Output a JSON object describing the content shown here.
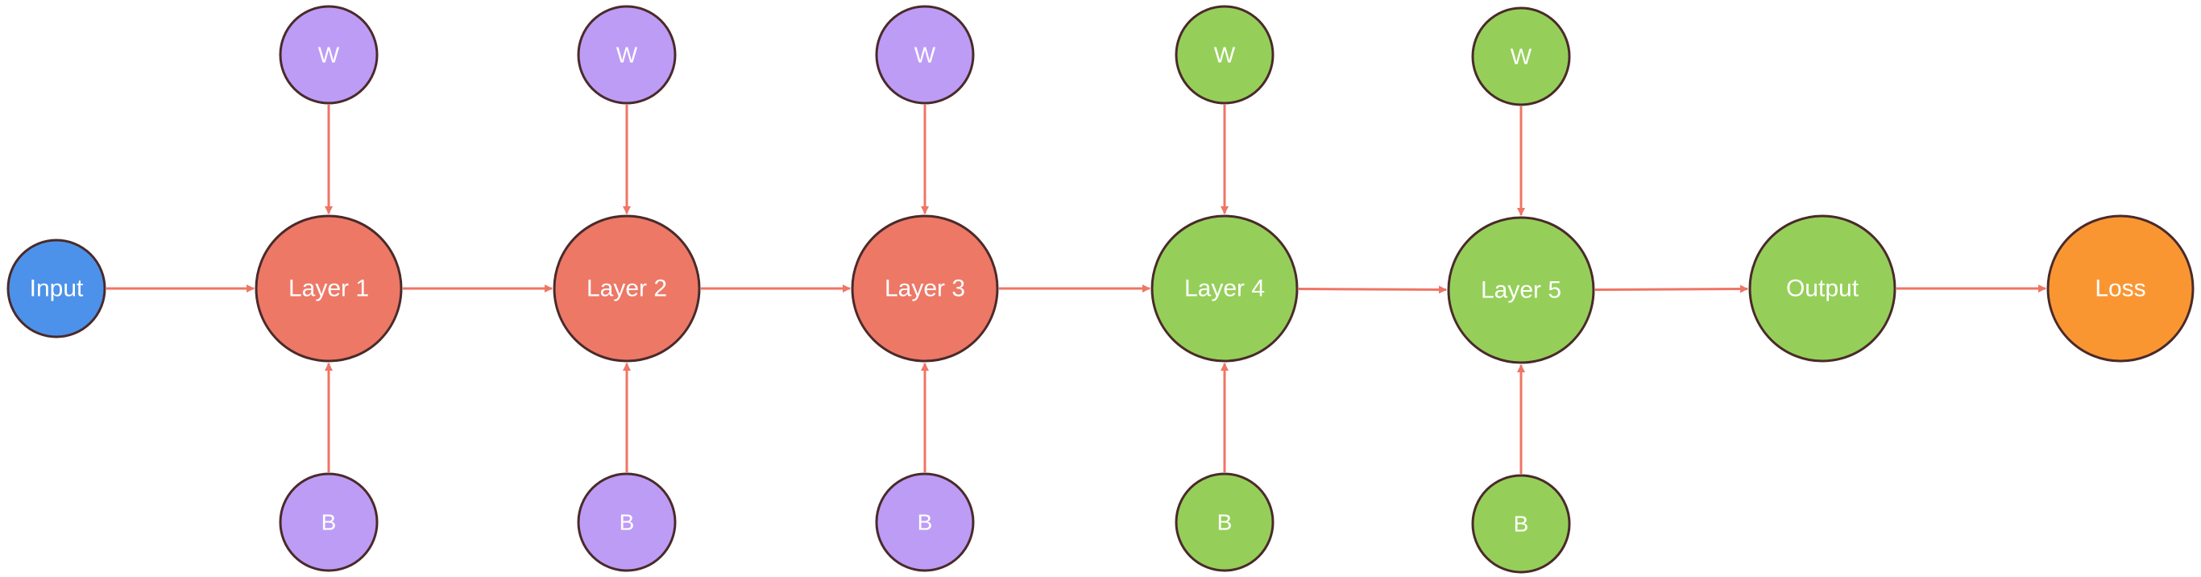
{
  "colors": {
    "input": "#4c92ea",
    "layer_red": "#ed7866",
    "layer_green": "#95cf59",
    "param_purple": "#bd9cf6",
    "loss": "#fa9632",
    "edge": "#ef7565"
  },
  "nodes": {
    "input": {
      "label": "Input",
      "color": "input"
    },
    "layer1": {
      "label": "Layer 1",
      "color": "layer_red"
    },
    "layer2": {
      "label": "Layer 2",
      "color": "layer_red"
    },
    "layer3": {
      "label": "Layer 3",
      "color": "layer_red"
    },
    "layer4": {
      "label": "Layer 4",
      "color": "layer_green"
    },
    "layer5": {
      "label": "Layer 5",
      "color": "layer_green"
    },
    "output": {
      "label": "Output",
      "color": "layer_green"
    },
    "loss": {
      "label": "Loss",
      "color": "loss"
    },
    "w1": {
      "label": "W",
      "color": "param_purple"
    },
    "w2": {
      "label": "W",
      "color": "param_purple"
    },
    "w3": {
      "label": "W",
      "color": "param_purple"
    },
    "w4": {
      "label": "W",
      "color": "layer_green"
    },
    "w5": {
      "label": "W",
      "color": "layer_green"
    },
    "b1": {
      "label": "B",
      "color": "param_purple"
    },
    "b2": {
      "label": "B",
      "color": "param_purple"
    },
    "b3": {
      "label": "B",
      "color": "param_purple"
    },
    "b4": {
      "label": "B",
      "color": "layer_green"
    },
    "b5": {
      "label": "B",
      "color": "layer_green"
    }
  },
  "edges": [
    [
      "input",
      "layer1"
    ],
    [
      "layer1",
      "layer2"
    ],
    [
      "layer2",
      "layer3"
    ],
    [
      "layer3",
      "layer4"
    ],
    [
      "layer4",
      "layer5"
    ],
    [
      "layer5",
      "output"
    ],
    [
      "output",
      "loss"
    ],
    [
      "w1",
      "layer1"
    ],
    [
      "w2",
      "layer2"
    ],
    [
      "w3",
      "layer3"
    ],
    [
      "w4",
      "layer4"
    ],
    [
      "w5",
      "layer5"
    ],
    [
      "b1",
      "layer1"
    ],
    [
      "b2",
      "layer2"
    ],
    [
      "b3",
      "layer3"
    ],
    [
      "b4",
      "layer4"
    ],
    [
      "b5",
      "layer5"
    ]
  ]
}
